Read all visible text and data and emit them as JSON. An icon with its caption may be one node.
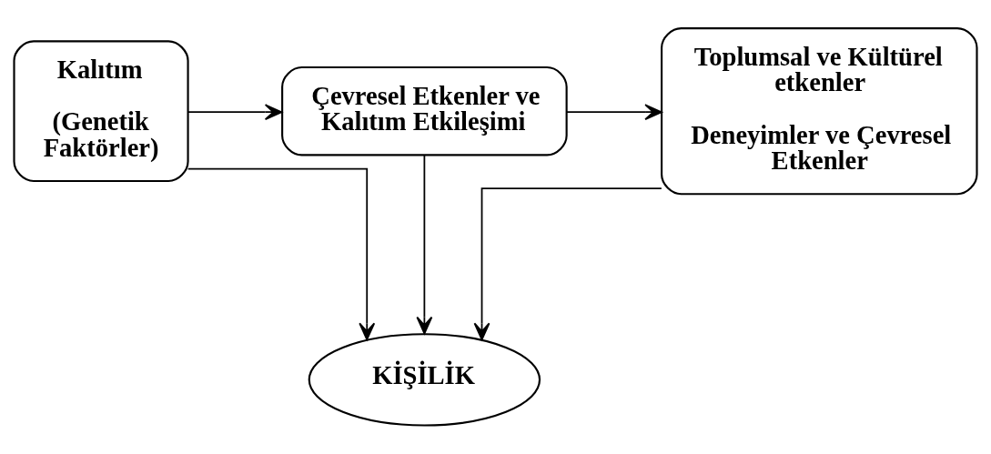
{
  "diagram": {
    "nodes": [
      {
        "text": [
          "Kalıtım",
          "(Genetik Faktörler)"
        ]
      },
      {
        "text": [
          "Çevresel Etkenler ve Kalıtım Etkileşimi"
        ]
      },
      {
        "text": [
          "Toplumsal ve Kültürel etkenler",
          "Deneyimler ve Çevresel Etkenler"
        ]
      },
      {
        "text": [
          "KİŞİLİK"
        ]
      }
    ],
    "edges": [
      {
        "from": 0,
        "to": 1,
        "arrow": "to"
      },
      {
        "from": 1,
        "to": 2,
        "arrow": "to"
      },
      {
        "from": 0,
        "to": 3,
        "arrow": "to"
      },
      {
        "from": 1,
        "to": 3,
        "arrow": "to"
      },
      {
        "from": 2,
        "to": 3,
        "arrow": "to"
      }
    ]
  }
}
